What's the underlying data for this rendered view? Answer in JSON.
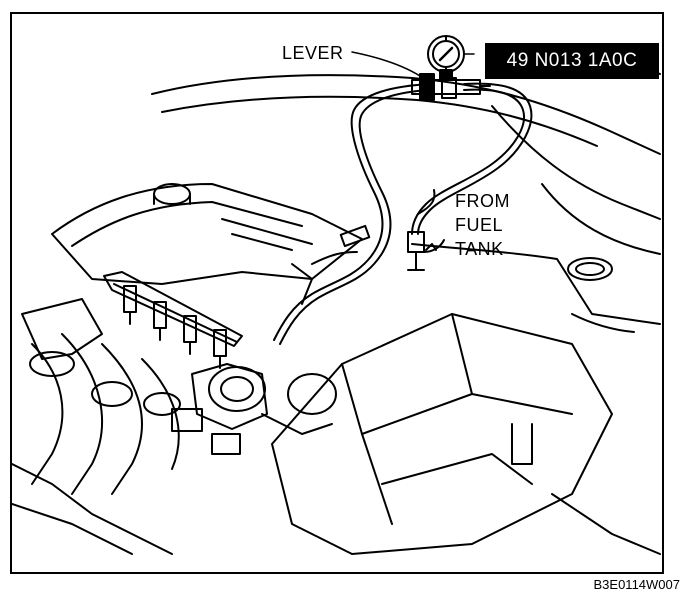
{
  "labels": {
    "lever": "LEVER",
    "from": "FROM",
    "fuel": "FUEL",
    "tank": "TANK",
    "gauge_part_number": "49 N013 1A0C"
  },
  "figure_code": "B3E0114W007"
}
